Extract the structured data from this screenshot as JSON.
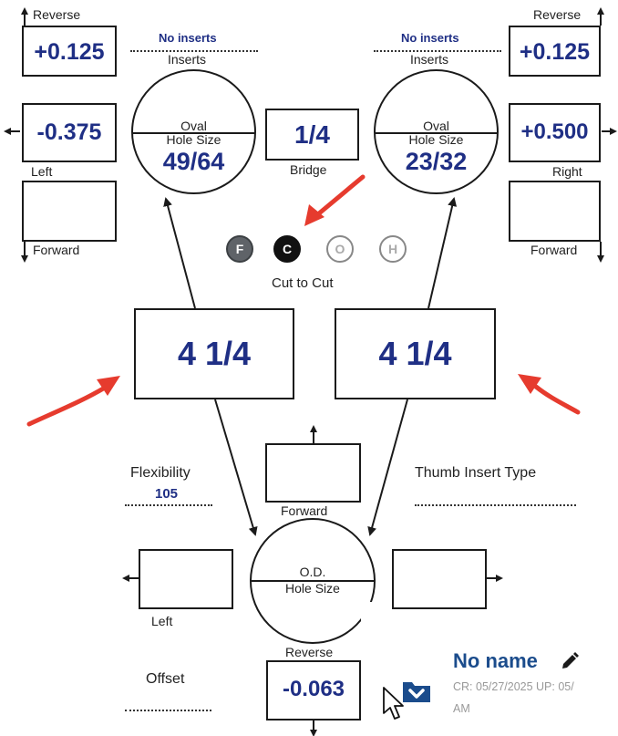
{
  "left_panel": {
    "reverse_label": "Reverse",
    "reverse_value": "+0.125",
    "left_value": "-0.375",
    "left_label": "Left",
    "forward_value": "",
    "forward_label": "Forward",
    "inserts_status": "No inserts",
    "inserts_label": "Inserts",
    "hole_type": "Oval",
    "hole_size_label": "Hole Size",
    "hole_size": "49/64",
    "span_value": "4 1/4"
  },
  "right_panel": {
    "reverse_label": "Reverse",
    "reverse_value": "+0.125",
    "right_value": "+0.500",
    "right_label": "Right",
    "forward_value": "",
    "forward_label": "Forward",
    "inserts_status": "No inserts",
    "inserts_label": "Inserts",
    "hole_type": "Oval",
    "hole_size_label": "Hole Size",
    "hole_size": "23/32",
    "span_value": "4 1/4"
  },
  "bridge": {
    "value": "1/4",
    "label": "Bridge"
  },
  "cut_options": {
    "options": [
      "F",
      "C",
      "O",
      "H"
    ],
    "selected": "C",
    "label": "Cut to Cut"
  },
  "thumb": {
    "flexibility_label": "Flexibility",
    "flexibility_value": "105",
    "insert_type_label": "Thumb Insert Type",
    "insert_type_value": "",
    "forward_label": "Forward",
    "forward_value": "",
    "left_label": "Left",
    "left_value": "",
    "right_value": "",
    "reverse_label": "Reverse",
    "reverse_value": "-0.063",
    "od_label": "O.D.",
    "hole_size_label": "Hole Size",
    "offset_label": "Offset",
    "offset_value": ""
  },
  "record": {
    "name": "No name",
    "meta": "CR: 05/27/2025 UP: 05/",
    "meta2": "AM"
  },
  "colors": {
    "value_blue": "#1f2f85",
    "annotation_red": "#e63b2e",
    "link_blue": "#1b4c8c"
  }
}
